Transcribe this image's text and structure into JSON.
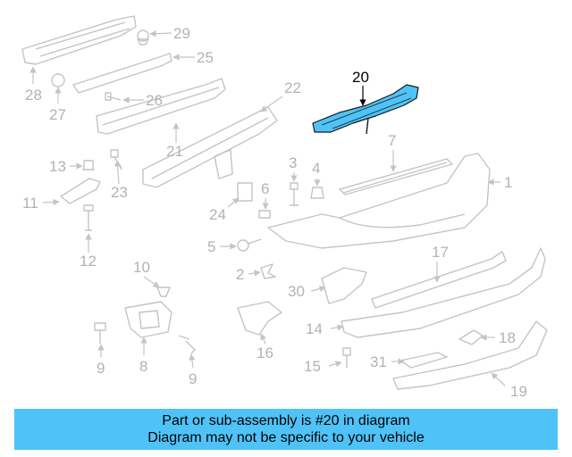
{
  "diagram": {
    "highlight_color": "#4fc3f7",
    "callouts": [
      "1",
      "2",
      "3",
      "4",
      "5",
      "6",
      "7",
      "8",
      "9",
      "9",
      "10",
      "11",
      "12",
      "13",
      "14",
      "15",
      "16",
      "17",
      "18",
      "19",
      "20",
      "21",
      "22",
      "23",
      "24",
      "25",
      "26",
      "27",
      "28",
      "29",
      "30",
      "31"
    ]
  },
  "banner": {
    "line1": "Part or sub-assembly is #20 in diagram",
    "line2": "Diagram may not be specific to your vehicle",
    "background": "#4fc3f7"
  }
}
